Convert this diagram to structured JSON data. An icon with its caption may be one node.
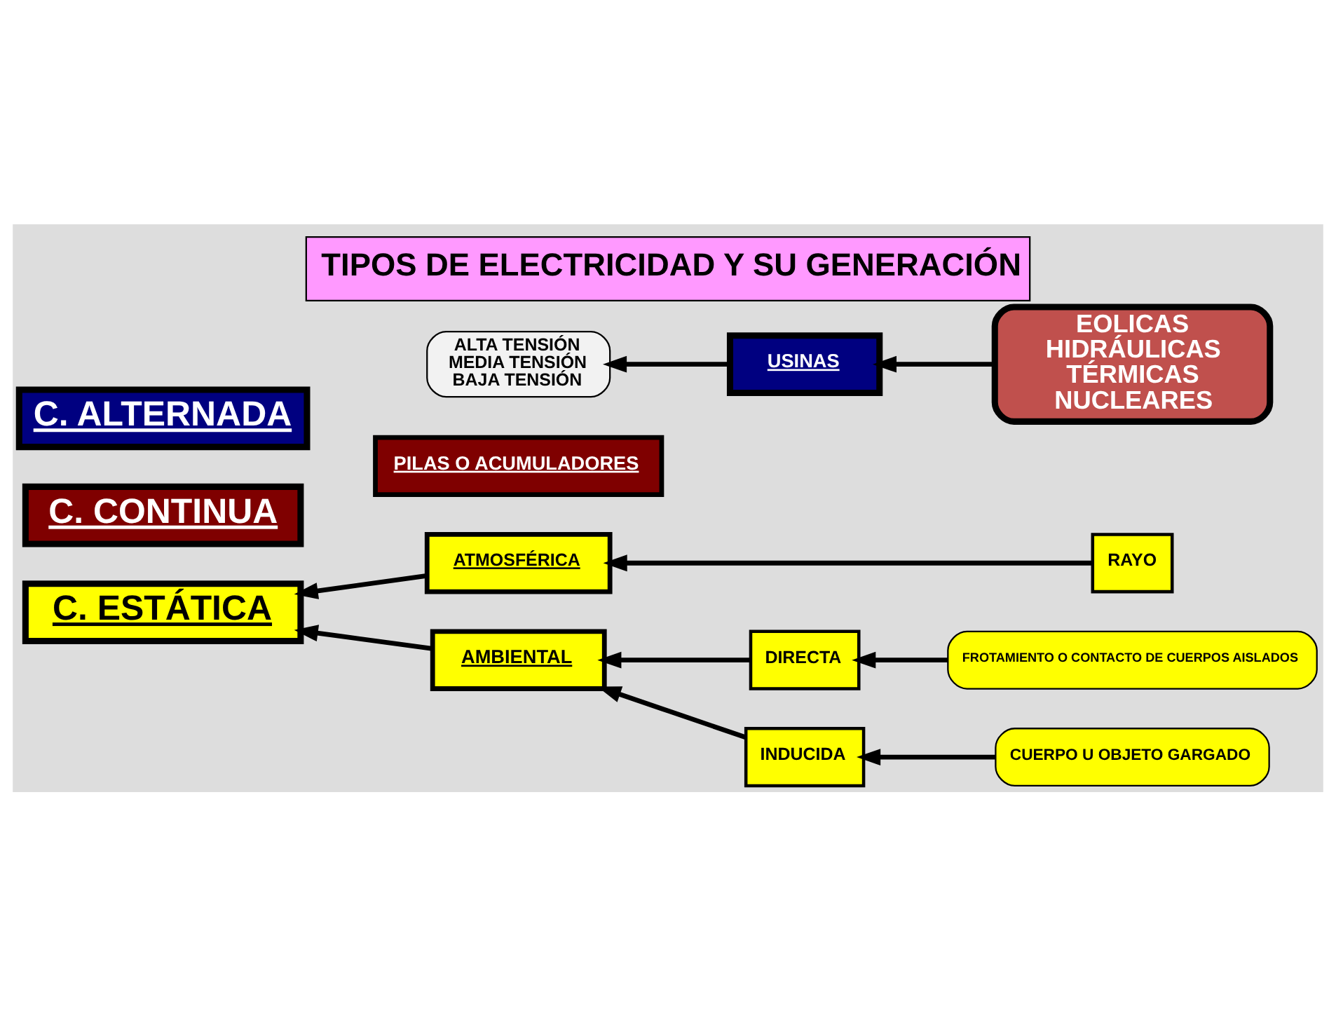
{
  "diagram": {
    "title": "TIPOS DE ELECTRICIDAD Y SU GENERACIÓN",
    "nodes": [
      {
        "text": [
          "C. ESTÁTICA"
        ]
      },
      {
        "text": [
          "ATMOSFÉRICA"
        ]
      },
      {
        "text": [
          "RAYO"
        ]
      },
      {
        "text": [
          "DIRECTA"
        ]
      },
      {
        "text": [
          "FROTAMIENTO O CONTACTO DE CUERPOS AISLADOS"
        ]
      },
      {
        "text": [
          "AMBIENTAL"
        ]
      },
      {
        "text": [
          "INDUCIDA"
        ]
      },
      {
        "text": [
          "CUERPO U OBJETO GARGADO"
        ]
      },
      {
        "text": [
          "C. CONTINUA"
        ]
      },
      {
        "text": [
          "PILAS O ACUMULADORES"
        ]
      },
      {
        "text": [
          "C. ALTERNADA"
        ]
      },
      {
        "text": [
          "ALTA TENSIÓN",
          "MEDIA TENSIÓN",
          "BAJA TENSIÓN"
        ]
      },
      {
        "text": [
          "USINAS"
        ]
      },
      {
        "text": [
          "EOLICAS",
          "HIDRÁULICAS",
          "TÉRMICAS",
          "NUCLEARES"
        ]
      }
    ],
    "edges": [
      {
        "from": 1,
        "to": 0,
        "arrow": "to"
      },
      {
        "from": 2,
        "to": 1,
        "arrow": "to"
      },
      {
        "from": 3,
        "to": 5,
        "arrow": "to"
      },
      {
        "from": 4,
        "to": 3,
        "arrow": "to"
      },
      {
        "from": 5,
        "to": 0,
        "arrow": "to"
      },
      {
        "from": 6,
        "to": 5,
        "arrow": "to"
      },
      {
        "from": 7,
        "to": 6,
        "arrow": "to"
      },
      {
        "from": 12,
        "to": 11,
        "arrow": "to"
      },
      {
        "from": 13,
        "to": 12,
        "arrow": "to"
      }
    ]
  }
}
